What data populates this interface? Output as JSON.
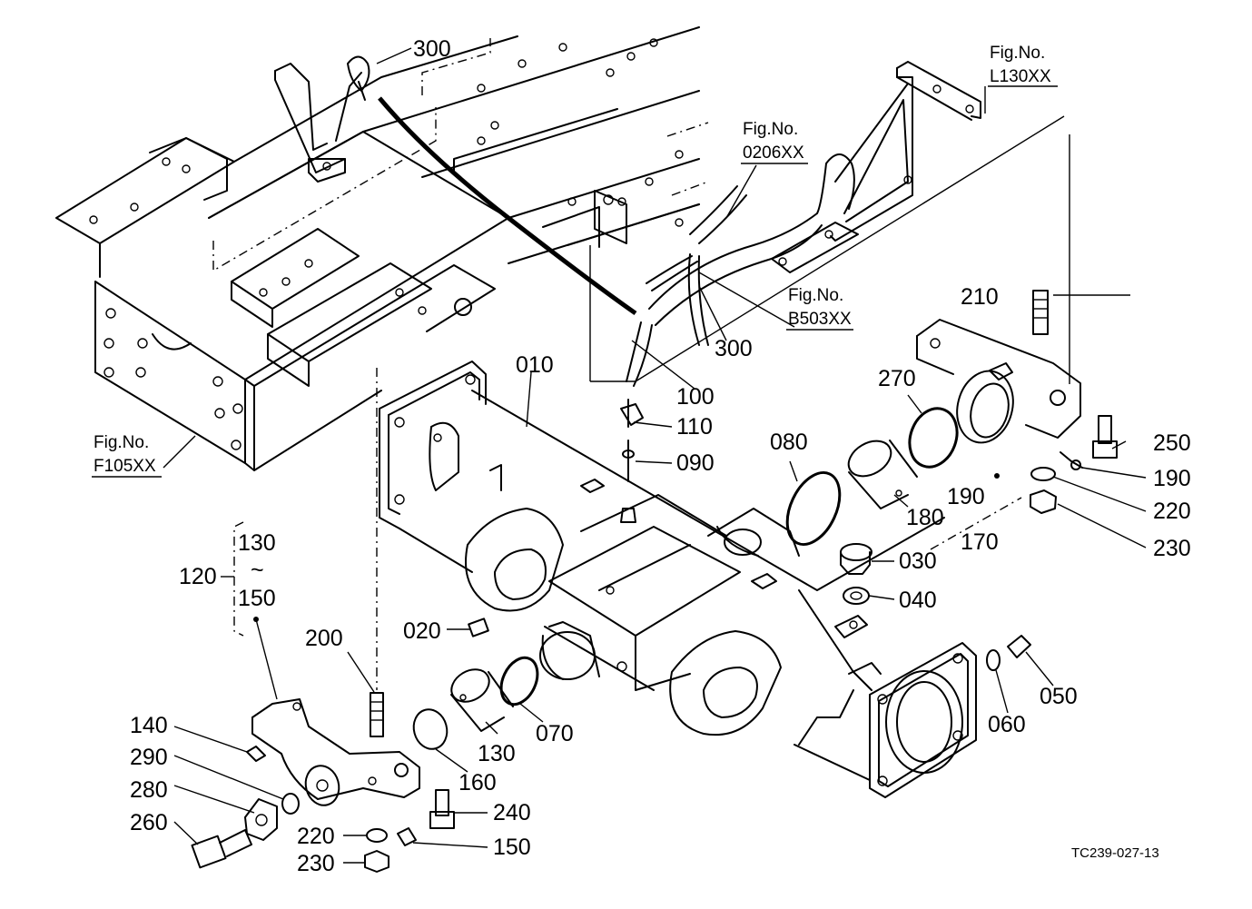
{
  "figure_refs": {
    "l130": {
      "line1": "Fig.No.",
      "line2": "L130XX"
    },
    "f0206": {
      "line1": "Fig.No.",
      "line2": "0206XX"
    },
    "b503": {
      "line1": "Fig.No.",
      "line2": "B503XX"
    },
    "f105": {
      "line1": "Fig.No.",
      "line2": "F105XX"
    }
  },
  "part_labels": {
    "p300a": "300",
    "p300b": "300",
    "p210": "210",
    "p010": "010",
    "p270": "270",
    "p100": "100",
    "p110": "110",
    "p080": "080",
    "p090": "090",
    "p250": "250",
    "p190a": "190",
    "p190b": "190",
    "p220a": "220",
    "p180": "180",
    "p170": "170",
    "p230a": "230",
    "p030": "030",
    "p040": "040",
    "p120": "120",
    "p130a": "130",
    "p150a": "150",
    "p020": "020",
    "p200": "200",
    "p050": "050",
    "p070": "070",
    "p060": "060",
    "p130b": "130",
    "p140": "140",
    "p160": "160",
    "p290": "290",
    "p280": "280",
    "p240": "240",
    "p260": "260",
    "p220b": "220",
    "p150b": "150",
    "p230b": "230"
  },
  "range_mark": "~",
  "drawing_code": "TC239-027-13"
}
